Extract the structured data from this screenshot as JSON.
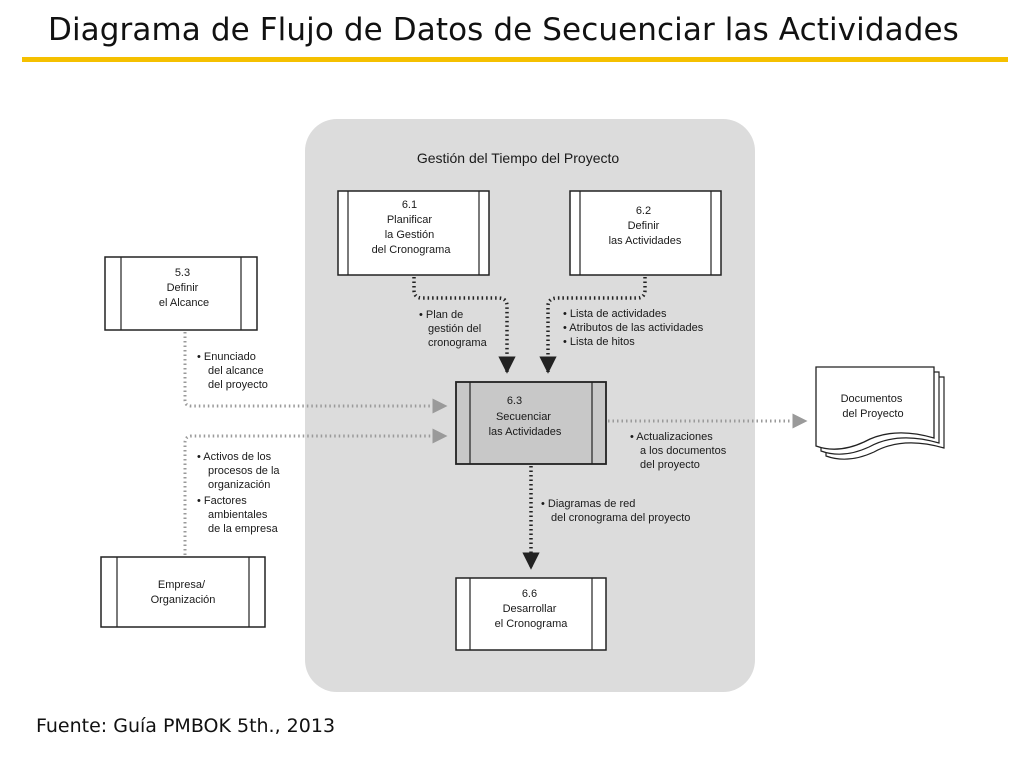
{
  "slide": {
    "title": "Diagrama de Flujo de Datos de Secuenciar las Actividades",
    "source": "Fuente: Guía PMBOK 5th., 2013"
  },
  "diagram": {
    "area_label": "Gestión del Tiempo del Proyecto",
    "processes": {
      "p61": {
        "number": "6.1",
        "lines": [
          "Planificar",
          "la Gestión",
          "del Cronograma"
        ]
      },
      "p62": {
        "number": "6.2",
        "lines": [
          "Definir",
          "las Actividades"
        ]
      },
      "p53": {
        "number": "5.3",
        "lines": [
          "Definir",
          "el Alcance"
        ]
      },
      "p63": {
        "number": "6.3",
        "lines": [
          "Secuenciar",
          "las Actividades"
        ]
      },
      "p66": {
        "number": "6.6",
        "lines": [
          "Desarrollar",
          "el Cronograma"
        ]
      },
      "enterprise": {
        "lines": [
          "Empresa/",
          "Organización"
        ]
      }
    },
    "document": {
      "lines": [
        "Documentos",
        "del Proyecto"
      ]
    },
    "flows": {
      "plan": [
        "• Plan de",
        "gestión del",
        "cronograma"
      ],
      "activities": [
        "• Lista de actividades",
        "• Atributos de las actividades",
        "• Lista de hitos"
      ],
      "scope": [
        "• Enunciado",
        "del alcance",
        "del proyecto"
      ],
      "org": [
        "• Activos de los",
        "procesos de la",
        "organización",
        "• Factores",
        "ambientales",
        "de la empresa"
      ],
      "updates": [
        "• Actualizaciones",
        "a los documentos",
        "del proyecto"
      ],
      "network": [
        "• Diagramas de red",
        "del cronograma del proyecto"
      ]
    },
    "colors": {
      "area_fill": "#dcdcdc",
      "highlight_box": "#c8c8c8",
      "title_rule": "#f5c000",
      "arrow_dotted_black": "#222222",
      "arrow_dotted_gray": "#9a9a9a"
    }
  }
}
